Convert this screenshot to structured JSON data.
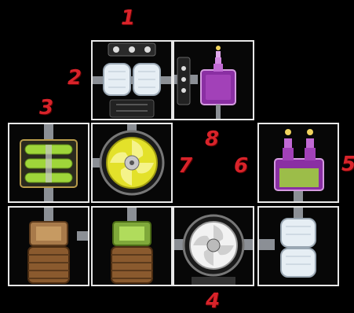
{
  "labels": {
    "one": "1",
    "two": "2",
    "three": "3",
    "four": "4",
    "five": "5",
    "six": "6",
    "seven": "7",
    "eight": "8"
  },
  "colors": {
    "grid_border": "#e8e8e8",
    "label_red": "#d8232a",
    "background": "#000000",
    "yellow_fan": "#e3e12a",
    "white_fan": "#f2f2f2",
    "purple_capacitor": "#a241b8",
    "green_battery": "#9fd63a",
    "bronze_thruster": "#8a5a2e",
    "white_tank": "#e6eef4"
  },
  "pieces": [
    {
      "slot": "r0c1",
      "icon": "twin-white-tank-icon"
    },
    {
      "slot": "r0c2",
      "icon": "purple-capacitor-icon"
    },
    {
      "slot": "r1c0",
      "icon": "green-battery-pack-icon"
    },
    {
      "slot": "r1c1",
      "icon": "yellow-fan-icon"
    },
    {
      "slot": "r1c3",
      "icon": "twin-purple-capacitor-icon"
    },
    {
      "slot": "r2c0",
      "icon": "bronze-thruster-icon"
    },
    {
      "slot": "r2c1",
      "icon": "green-bronze-thruster-icon"
    },
    {
      "slot": "r2c2",
      "icon": "white-fan-icon"
    },
    {
      "slot": "r2c3",
      "icon": "twin-white-tank-icon"
    }
  ]
}
